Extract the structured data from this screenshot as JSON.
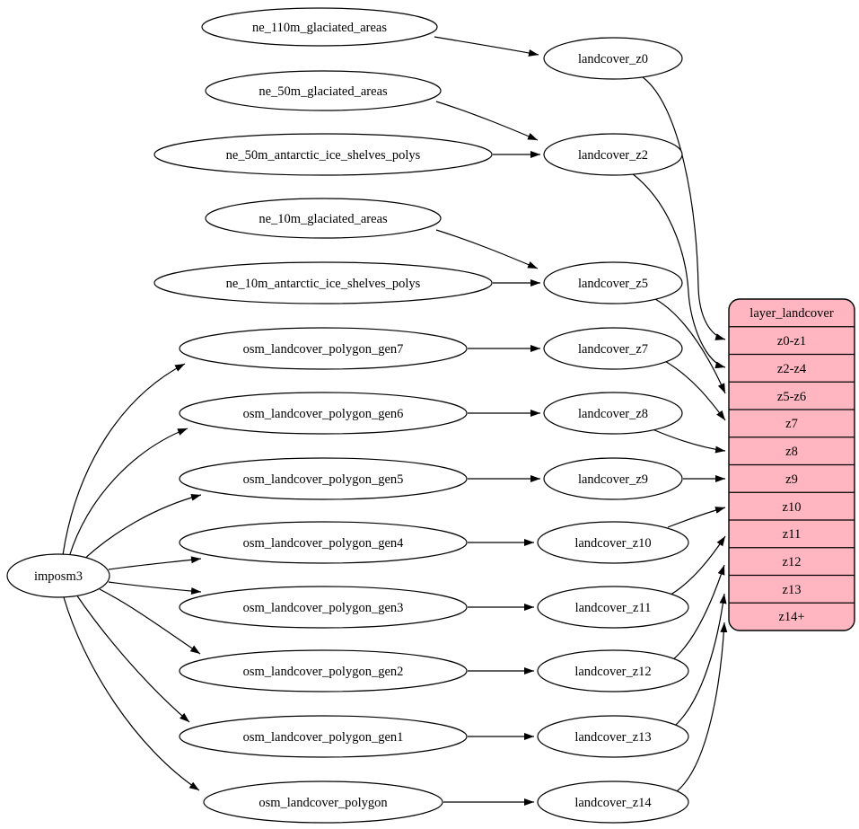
{
  "colors": {
    "background": "#ffffff",
    "node_fill": "#ffffff",
    "node_stroke": "#000000",
    "edge_stroke": "#000000",
    "table_fill": "#ffb6c1"
  },
  "nodes": {
    "imposm3": {
      "label": "imposm3"
    },
    "ne_110m_glaciated_areas": {
      "label": "ne_110m_glaciated_areas"
    },
    "ne_50m_glaciated_areas": {
      "label": "ne_50m_glaciated_areas"
    },
    "ne_50m_antarctic_ice_shelves_polys": {
      "label": "ne_50m_antarctic_ice_shelves_polys"
    },
    "ne_10m_glaciated_areas": {
      "label": "ne_10m_glaciated_areas"
    },
    "ne_10m_antarctic_ice_shelves_polys": {
      "label": "ne_10m_antarctic_ice_shelves_polys"
    },
    "osm_landcover_polygon_gen7": {
      "label": "osm_landcover_polygon_gen7"
    },
    "osm_landcover_polygon_gen6": {
      "label": "osm_landcover_polygon_gen6"
    },
    "osm_landcover_polygon_gen5": {
      "label": "osm_landcover_polygon_gen5"
    },
    "osm_landcover_polygon_gen4": {
      "label": "osm_landcover_polygon_gen4"
    },
    "osm_landcover_polygon_gen3": {
      "label": "osm_landcover_polygon_gen3"
    },
    "osm_landcover_polygon_gen2": {
      "label": "osm_landcover_polygon_gen2"
    },
    "osm_landcover_polygon_gen1": {
      "label": "osm_landcover_polygon_gen1"
    },
    "osm_landcover_polygon": {
      "label": "osm_landcover_polygon"
    },
    "landcover_z0": {
      "label": "landcover_z0"
    },
    "landcover_z2": {
      "label": "landcover_z2"
    },
    "landcover_z5": {
      "label": "landcover_z5"
    },
    "landcover_z7": {
      "label": "landcover_z7"
    },
    "landcover_z8": {
      "label": "landcover_z8"
    },
    "landcover_z9": {
      "label": "landcover_z9"
    },
    "landcover_z10": {
      "label": "landcover_z10"
    },
    "landcover_z11": {
      "label": "landcover_z11"
    },
    "landcover_z12": {
      "label": "landcover_z12"
    },
    "landcover_z13": {
      "label": "landcover_z13"
    },
    "landcover_z14": {
      "label": "landcover_z14"
    }
  },
  "table": {
    "title": "layer_landcover",
    "rows": [
      "z0-z1",
      "z2-z4",
      "z5-z6",
      "z7",
      "z8",
      "z9",
      "z10",
      "z11",
      "z12",
      "z13",
      "z14+"
    ]
  },
  "edges": [
    {
      "from": "ne_110m_glaciated_areas",
      "to": "landcover_z0"
    },
    {
      "from": "ne_50m_glaciated_areas",
      "to": "landcover_z2"
    },
    {
      "from": "ne_50m_antarctic_ice_shelves_polys",
      "to": "landcover_z2"
    },
    {
      "from": "ne_10m_glaciated_areas",
      "to": "landcover_z5"
    },
    {
      "from": "ne_10m_antarctic_ice_shelves_polys",
      "to": "landcover_z5"
    },
    {
      "from": "osm_landcover_polygon_gen7",
      "to": "landcover_z7"
    },
    {
      "from": "osm_landcover_polygon_gen6",
      "to": "landcover_z8"
    },
    {
      "from": "osm_landcover_polygon_gen5",
      "to": "landcover_z9"
    },
    {
      "from": "osm_landcover_polygon_gen4",
      "to": "landcover_z10"
    },
    {
      "from": "osm_landcover_polygon_gen3",
      "to": "landcover_z11"
    },
    {
      "from": "osm_landcover_polygon_gen2",
      "to": "landcover_z12"
    },
    {
      "from": "osm_landcover_polygon_gen1",
      "to": "landcover_z13"
    },
    {
      "from": "osm_landcover_polygon",
      "to": "landcover_z14"
    },
    {
      "from": "imposm3",
      "to": "osm_landcover_polygon_gen7"
    },
    {
      "from": "imposm3",
      "to": "osm_landcover_polygon_gen6"
    },
    {
      "from": "imposm3",
      "to": "osm_landcover_polygon_gen5"
    },
    {
      "from": "imposm3",
      "to": "osm_landcover_polygon_gen4"
    },
    {
      "from": "imposm3",
      "to": "osm_landcover_polygon_gen3"
    },
    {
      "from": "imposm3",
      "to": "osm_landcover_polygon_gen2"
    },
    {
      "from": "imposm3",
      "to": "osm_landcover_polygon_gen1"
    },
    {
      "from": "imposm3",
      "to": "osm_landcover_polygon"
    },
    {
      "from": "landcover_z0",
      "to": "layer_landcover",
      "port": "z0-z1"
    },
    {
      "from": "landcover_z2",
      "to": "layer_landcover",
      "port": "z2-z4"
    },
    {
      "from": "landcover_z5",
      "to": "layer_landcover",
      "port": "z5-z6"
    },
    {
      "from": "landcover_z7",
      "to": "layer_landcover",
      "port": "z7"
    },
    {
      "from": "landcover_z8",
      "to": "layer_landcover",
      "port": "z8"
    },
    {
      "from": "landcover_z9",
      "to": "layer_landcover",
      "port": "z9"
    },
    {
      "from": "landcover_z10",
      "to": "layer_landcover",
      "port": "z10"
    },
    {
      "from": "landcover_z11",
      "to": "layer_landcover",
      "port": "z11"
    },
    {
      "from": "landcover_z12",
      "to": "layer_landcover",
      "port": "z12"
    },
    {
      "from": "landcover_z13",
      "to": "layer_landcover",
      "port": "z13"
    },
    {
      "from": "landcover_z14",
      "to": "layer_landcover",
      "port": "z14+"
    }
  ]
}
